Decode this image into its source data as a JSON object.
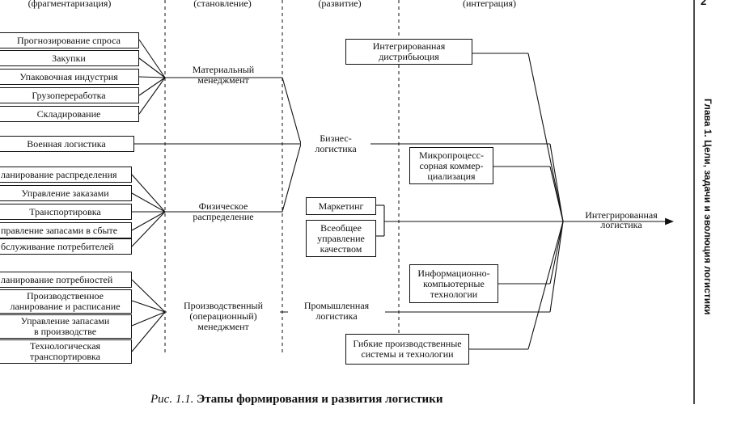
{
  "stage_headers": {
    "fragmentation": "(фрагментаризация)",
    "formation": "(становление)",
    "development": "(развитие)",
    "integration": "(интеграция)"
  },
  "left_groups": {
    "materials": [
      "Прогнозирование спроса",
      "Закупки",
      "Упаковочная индустрия",
      "Грузопереработка",
      "Складирование"
    ],
    "military": "Военная логистика",
    "distribution": [
      "ланирование распределения",
      "Управление заказами",
      "Транспортировка",
      "правление запасами в сбыте",
      "бслуживание потребителей"
    ],
    "production": [
      "ланирование потребностей",
      "Производственное\nланирование и расписание",
      "Управление запасами\nв производстве",
      "Технологическая\nтранспортировка"
    ]
  },
  "stage2": {
    "material_mgmt": "Материальный\nменеджмент",
    "physical_dist": "Физическое\nраспределение",
    "production_mgmt": "Производственный\n(операционный)\nменеджмент"
  },
  "stage3": {
    "business_logistics": "Бизнес-\nлогистика",
    "marketing": "Маркетинг",
    "tqm": "Всеобщее\nуправление\nкачеством",
    "industrial_logistics": "Промышленная\nлогистика"
  },
  "stage4": {
    "integrated_distribution": "Интегрированная\nдистрибьюция",
    "microprocessor": "Микропроцесс-\nсорная коммер-\nциализация",
    "info_tech": "Информационно-\nкомпьютерные\nтехнологии",
    "flexible": "Гибкие производственные\nсистемы и технологии",
    "integrated_logistics": "Интегрированная\nлогистика"
  },
  "caption": {
    "label": "Рис. 1.1.",
    "title": "Этапы формирования и развития логистики"
  },
  "side": {
    "chapter": "Глава 1. Цели, задачи и эволюция логистики",
    "page_number": "2"
  }
}
